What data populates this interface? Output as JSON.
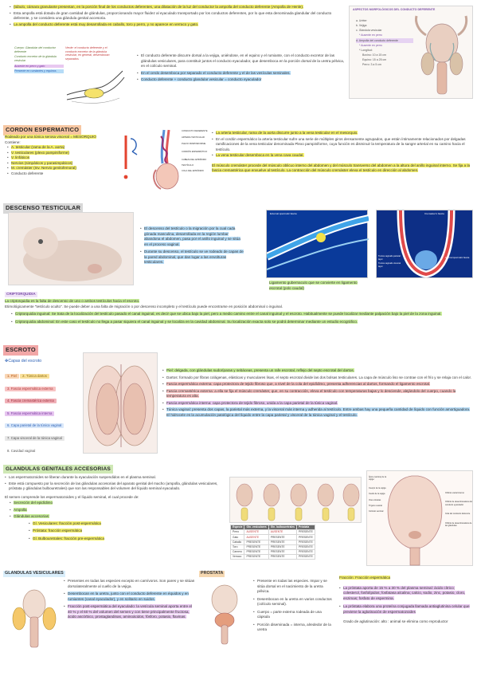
{
  "top": {
    "l1": "(túbulo, cámara granulante presentan, en la porción final de los conductos deferentes, una dilatación de la luz del conductor la ampolla del conducto deferente (Ampolla de Henle).",
    "l2": "Esta ampolla está dotada de gran cantidad de glándulas, proporcionando mayor fluidez al eyaculado transportado por los conductos deferentes, por lo que esta denominada glandular del conducto deferente, y se considera una glándula genital accesoria.",
    "l3": "La ampolla del conducto deferente está muy desarrollada en caballo, toro y perro, y no aparece en verraco y gato.",
    "notes": [
      "Verde: el conducto deferente y el conducto excretor de la glándula vesicular, en general, desembocan separados",
      "Cuerpo: Glandular del conductor deferente",
      "Conducto excretor de la glándula vesicular",
      "Ausente en perro y gato",
      "Presente en rumiantes y equinos"
    ],
    "diagram_title": "ASPECTOS MORFOLÓGICOS DEL CONDUCTO DEFERENTE",
    "diagram_items": [
      "a. Uréter",
      "b. Vejiga",
      "c. Glándula vesicular",
      "* Ausente en perro",
      "d. Ampolla del conducto deferente",
      "* Ausente en perro",
      "* Longitud:",
      "Bovino: 10 a 15 cm",
      "Equino: 15 a 25 cm",
      "Perro: 3 a 5 cm"
    ]
  },
  "ducto": [
    "El conducto deferente discurre dorsal a la vejiga, uniéndose, en el equino y el rumiante, con el conducto excretor de las glándulas vesiculares, para constituir juntos el conducto eyaculador, que desemboca en la porción dorsal de la uretra pélvica, en el colículo seminal.",
    "En el cerdo desemboca por separado el conducto deferente y el de las vesículas seminales.",
    "Conducto deferente + conducto glandular vesicular = conducto eyaculador"
  ],
  "cordon": {
    "title": "CORDON ESPERMATICO",
    "intro": "Rodeado por una túnica serosa visceral = MESORQUIO",
    "contiene": "Contiene:",
    "items": [
      "A. testicular (rama de la A. aorta)",
      "V. testiculares (plexo pampiniforme)",
      "V. linfáticos",
      "Nervios (simpáticos y parasimpáticos)",
      "M. cremáster (Inv. Nervio genitofemoral)",
      "Conducto deferente"
    ],
    "right": [
      "La arteria testicular, rama de la aorta discurre junto a la vena testicular en el mesorquio.",
      "En el cordón espermático la arteria testicular sufre una serie de múltiples giros densamente agrupados, que están íntimamente relacionados por delgadas ramificaciones de la vena testicular denominada Plexo pampiniforme, cuya función es disminuir la temperatura de la sangre arterial en su camino hacia el testículo.",
      "La vena testicular desemboca en la vena cava caudal."
    ],
    "musculo": "El músculo cremáster procede del músculo oblicuo interno del abdomen y del músculo transverso del abdomen a la altura del anillo inguinal interno. Se fija a la fascia cremastérica que envuelve al testículo. La contracción del músculo cremáster eleva el testículo en dirección al abdomen.",
    "labels": [
      "CONDUCTO DEFERENTE",
      "ARTERIA TESTICULAR",
      "PLEXO PAMPINIFORME",
      "CORDÓN ESPERMÁTICO",
      "CABEZA DEL EPIDÍDIMO",
      "TESTÍCULO",
      "COLA DEL EPIDÍDIMO"
    ]
  },
  "descenso": {
    "title": "DESCENSO TESTICULAR",
    "items": [
      "El descenso del testículo o la migración por la cual cada gónada masculina, desarrollada en la región lumbar abandona el abdomen, pasa por el anillo inguinal y se sitúa en el proceso vaginal.",
      "Durante su descenso, el testículo se ve rodeado de capas de la pared abdominal, que dan lugar a las envolturas testiculares."
    ],
    "caption": "Ligamento gubernaculo que se convierte en ligamento escrotal (polo caudal)",
    "fig_labels": [
      "External spermatic fascia",
      "Cremaster's fascia",
      "Internal spermatic fascia",
      "Tunica vaginalis parietal layer",
      "Tunica vaginalis visceral layer"
    ]
  },
  "cripto": {
    "title": "CRIPTORQUIDIA",
    "l1": "La criptorquidia es la falta de descenso de uno o ambos testículos hacia el escroto.",
    "l2": "Etimológicamente \"testículo oculto\". Se puede deber a una falta de migración o por descenso incompleto y el testículo puede encontrarse en posición abdominal o inguinal.",
    "items": [
      "Criptorquidia inguinal: Se trata de la localización del testículo pasado el canal inguinal, es decir que se ubica bajo la piel, pero a medio camino entre el canal inguinal y el escroto. Habitualmente se puede localizar mediante palpación bajo la piel de la zona inguinal.",
      "Criptorquidia abdominal: En este caso el testículo no llega a pasar siquiera el canal inguinal y se localiza en la cavidad abdominal. Su localización exacta solo se podrá determinar mediante un estudio ecográfico."
    ]
  },
  "escroto": {
    "title": "ESCROTO",
    "capas_title": "✤Capas del escroto",
    "capas": [
      "1. Piel",
      "2. Túnica dartos",
      "3. Fascia espermática externa",
      "4. Fascia cremastérica externa",
      "5. Fascia espermática interna",
      "6. Capa parietal de la túnica vaginal",
      "7. Capa visceral de la túnica vaginal",
      "8. Cavidad vaginal"
    ],
    "right": [
      "Piel: delgada, con glándulas sudoríparas y sebáceas, presenta un rafe escrotal, reflejo del septo escrotal del dartos.",
      "Dartos: formado por fibras colágenas, elásticas y musculares lisas, el septo escrotal divide las dos bolsas testiculares. La capa de músculo liso se contrae con el frío y se relaja con el calor.",
      "Fascia espermática externa: capa protectora de tejido fibroso que, a nivel de la cola del epidídimo, presenta adherencias al dartos, formando el ligamento escrotal.",
      "Fascia cremastérica externa: a ella se fija el músculo cremáster, que, en su contracción, eleva el testículo con temperaturas bajas y lo desciende, alejándolo del cuerpo, cuando la temperatura es alta.",
      "Fascia espermática interna: capa protectora de tejido fibroso, unida a la capa parietal de la túnica vaginal.",
      "Túnica vaginal: presenta dos capas, la parietal más externa, y la visceral más interna y adherida al testículo. Entre ambas hay una pequeña cantidad de líquido con función amortiguadora. El hidrocele es la acumulación patológica del líquido entre la capa parietal y visceral de la túnica vaginal y el testículo."
    ]
  },
  "glandulas": {
    "title": "GLANDULAS GENITALES ACCESORIAS",
    "items": [
      "Los espermatozoides se liberan durante la eyaculación suspendidos en el plasma seminal.",
      "Este está compuesto por la secreción de las glándulas accesorias del aparato genital del macho (ampolla, glándulas vesiculares, próstata y glándulas bulbouretrales) que son las responsables del volumen del líquido seminal eyaculado."
    ],
    "semen": "El semen comprende los espermatozoides y el líquido seminal, el cual procede de:",
    "procede": [
      "Secreción del epidídimo",
      "Ampolla",
      "Glándulas accesorias:"
    ],
    "sub": [
      "Gl. Vesiculares: fracción post-espermática",
      "Próstata: fracción espermática",
      "Gl. Bulbouretrales: fracción pre-espermática"
    ],
    "fig_labels": [
      "Ápice (vértice) de la vejiga",
      "Cuerpo de la vejiga",
      "Cuello de la vejiga",
      "Vías urinarias",
      "Trígono vesical",
      "Colículo seminal",
      "Orificio uretral interno",
      "Orificio de desembocadura del conducto eyaculador",
      "Cola del conducto deferente",
      "Orificio de desembocadura de las glándulas"
    ]
  },
  "table": {
    "headers": [
      "Especie",
      "Gln. vesiculares",
      "Gln. bulbouretrales",
      "Próstata"
    ],
    "rows": [
      [
        "Perro",
        "AUSENTE",
        "AUSENTE",
        "PRESENTE"
      ],
      [
        "Gato",
        "AUSENTE",
        "PRESENTE",
        "PRESENTE"
      ],
      [
        "Caballo",
        "PRESENTE",
        "PRESENTE",
        "PRESENTE"
      ],
      [
        "Toro",
        "PRESENTE",
        "PRESENTE",
        "PRESENTE"
      ],
      [
        "Carnero",
        "PRESENTE",
        "PRESENTE",
        "PRESENTE"
      ],
      [
        "Verraco",
        "PRESENTE",
        "PRESENTE",
        "PRESENTE"
      ]
    ]
  },
  "vesic": {
    "title": "GLANDULAS VESICULARES",
    "items": [
      "Presentes en todas las especies excepto en carnívoros. Son pares y se sitúan dorsolateralmente al cuello de la vejiga.",
      "Desembocan en la uretra, junto con el conducto deferente en équidos y en rumiantes (canal eyaculador), y en solitario en suidos.",
      "Fracción post-espermática del eyaculado: la vesícula seminal aporta entre el 40 % y el 60 % del volumen del semen y con tiene principalmente fructosa, ácido ascórbico, prostaglandinas, aminoácidos, fósforo, potasio, flavinas."
    ]
  },
  "prostata": {
    "title": "PROSTATA",
    "items": [
      "Presente en todas las especies. Impar y se sitúa dorsal en el nacimiento de la uretra pélvica.",
      "Desembocan en la uretra en varios conductos (colículo seminal).",
      "Cuerpo = parte externa rodeada de una cápsula",
      "Porción diseminada = interna, alrededor de la uretra"
    ]
  },
  "fraccion": {
    "title": "Fracción: Fracción espermática",
    "items": [
      "La próstata aporta de 15 % a 30 % del plasma seminal: ácido cítrico; colesterol, fosfolípidos; fosfatasa alcalina; calcio, sodio, zinc, potasio, cloro, enzimas; fosfato de espermina.",
      "La próstata elabora una proteína conjugada llamada antiaglutinina celular que previene la aglutinación de espermatozoides"
    ],
    "grado": "Grado de aglutinación: alto : animal se elimina como reproductor"
  }
}
